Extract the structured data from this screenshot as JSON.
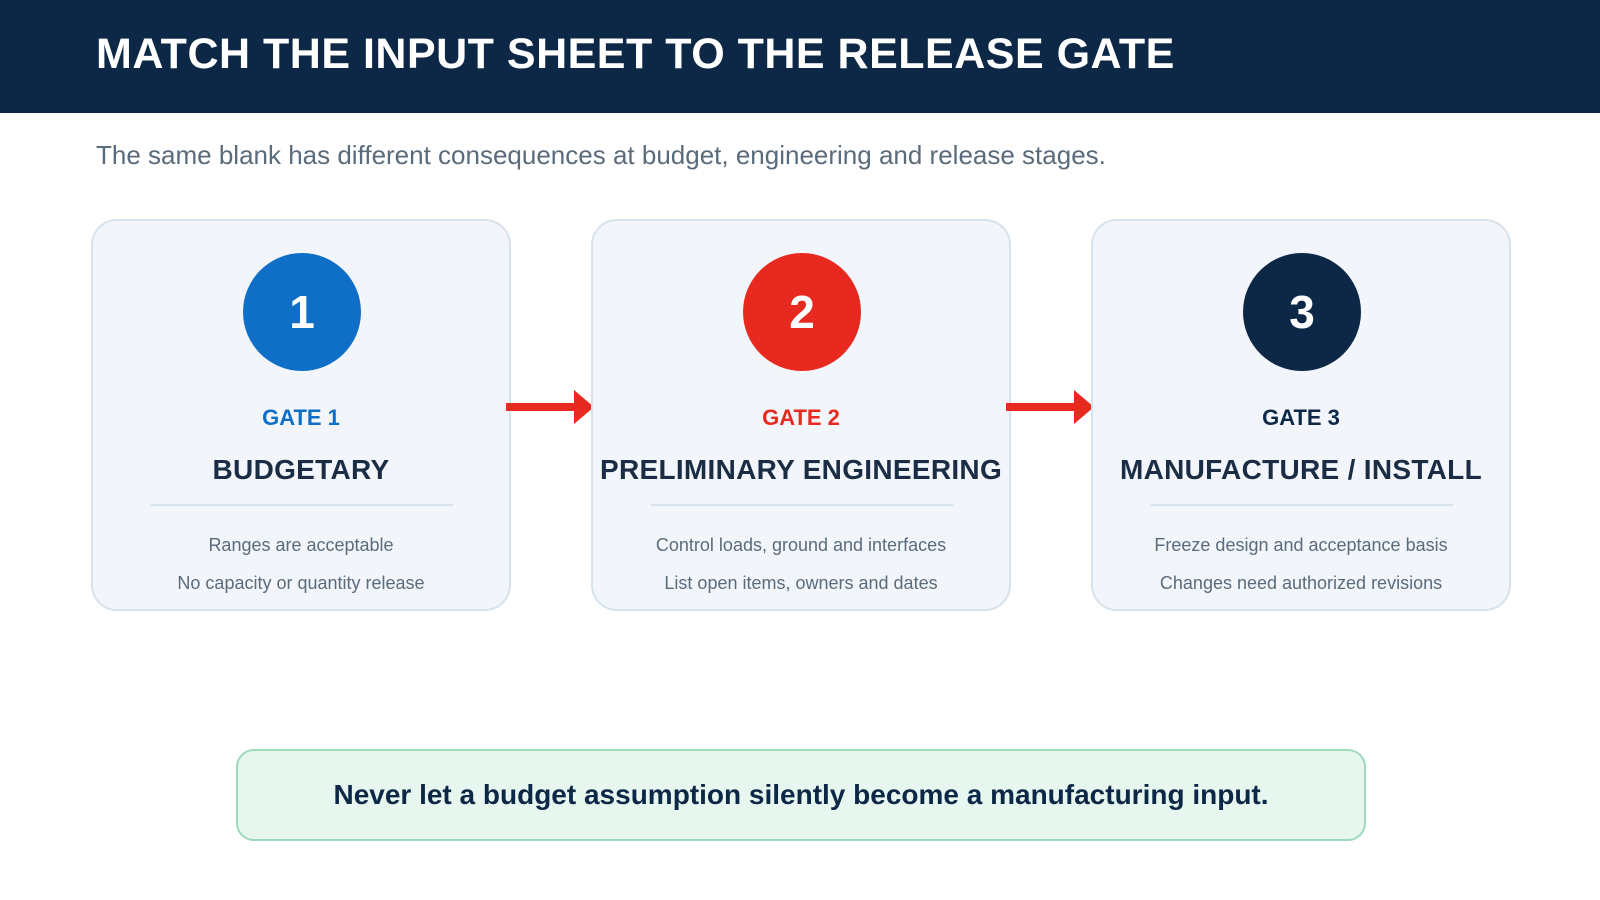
{
  "title": "MATCH THE INPUT SHEET TO THE RELEASE GATE",
  "subtitle": "The same blank has different consequences at budget, engineering and release stages.",
  "gates": [
    {
      "number": "1",
      "label": "GATE 1",
      "stage": "BUDGETARY",
      "color": "#0f6fc6",
      "details": [
        "Ranges are acceptable",
        "No capacity or quantity release"
      ]
    },
    {
      "number": "2",
      "label": "GATE 2",
      "stage": "PRELIMINARY ENGINEERING",
      "color": "#e8291f",
      "details": [
        "Control loads, ground and interfaces",
        "List open items, owners and dates"
      ]
    },
    {
      "number": "3",
      "label": "GATE 3",
      "stage": "MANUFACTURE / INSTALL",
      "color": "#0d2846",
      "details": [
        "Freeze design and acceptance basis",
        "Changes need authorized revisions"
      ]
    }
  ],
  "arrow_color": "#e8291f",
  "callout": "Never let a budget assumption silently become a manufacturing input."
}
